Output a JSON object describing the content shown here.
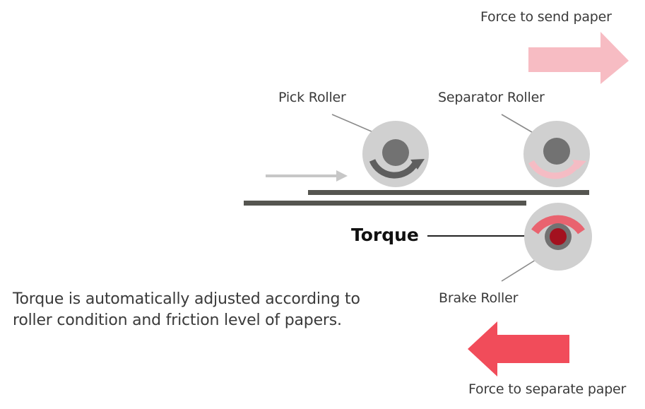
{
  "labels": {
    "force_send": "Force to send paper",
    "pick_roller": "Pick Roller",
    "separator_roller": "Separator Roller",
    "torque": "Torque",
    "brake_roller": "Brake Roller",
    "force_separate": "Force to separate paper",
    "description_line1": "Torque is automatically adjusted according to",
    "description_line2": "roller condition and friction level of papers."
  },
  "colors": {
    "roller_outer": "#d0d0d0",
    "roller_hub": "#727272",
    "pick_arrow": "#5e5e5e",
    "separator_arrow": "#f5bcc4",
    "brake_arc": "#e9636f",
    "brake_hub": "#a3111f",
    "send_arrow": "#f7bcc3",
    "separate_arrow": "#f14c5a",
    "paper": "#555550",
    "feed_arrow": "#c7c7c7"
  }
}
